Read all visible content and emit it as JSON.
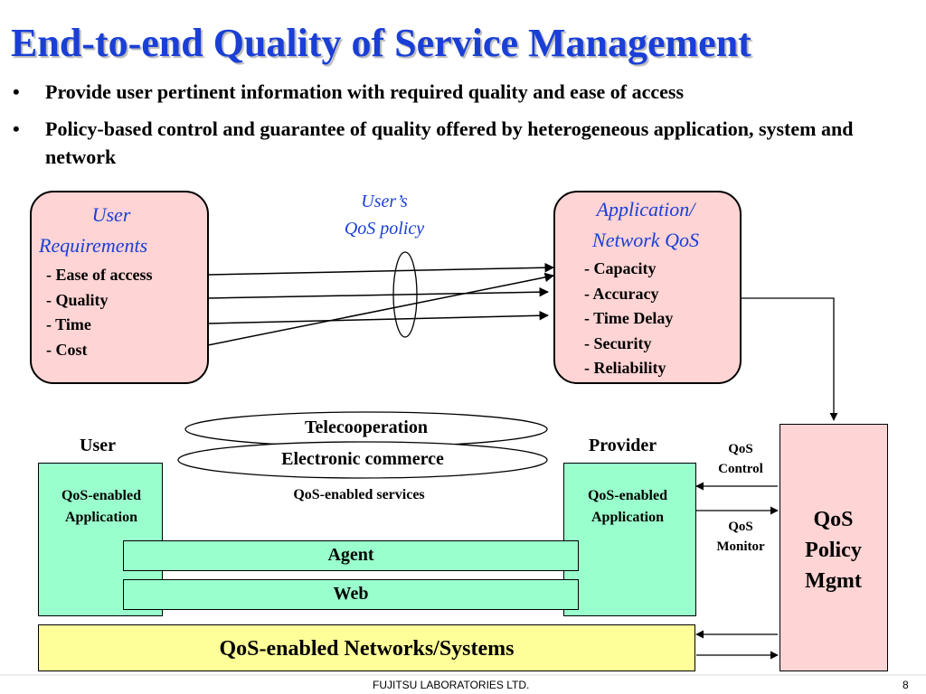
{
  "title": "End-to-end Quality of Service Management",
  "bullets": [
    "Provide user pertinent information with required quality and ease of access",
    "Policy-based control and guarantee of quality offered by heterogeneous application, system and network"
  ],
  "bullet_symbol": "•",
  "user_requirements": {
    "heading_line1": "User",
    "heading_line2": "Requirements",
    "items": [
      "- Ease of access",
      "- Quality",
      "- Time",
      "- Cost"
    ]
  },
  "policy_label_line1": "User’s",
  "policy_label_line2": "QoS policy",
  "app_network_qos": {
    "heading_line1": "Application/",
    "heading_line2": "Network QoS",
    "items": [
      "- Capacity",
      "- Accuracy",
      "- Time Delay",
      "- Security",
      "- Reliability"
    ]
  },
  "ellipses": {
    "telecooperation": "Telecooperation",
    "ecommerce": "Electronic commerce"
  },
  "user_label": "User",
  "provider_label": "Provider",
  "user_app_line1": "QoS-enabled",
  "user_app_line2": "Application",
  "services_label": "QoS-enabled services",
  "provider_app_line1": "QoS-enabled",
  "provider_app_line2": "Application",
  "qos_control_line1": "QoS",
  "qos_control_line2": "Control",
  "qos_monitor_line1": "QoS",
  "qos_monitor_line2": "Monitor",
  "qos_policy": {
    "line1": "QoS",
    "line2": "Policy",
    "line3": "Mgmt"
  },
  "agent_label": "Agent",
  "web_label": "Web",
  "networks_label": "QoS-enabled Networks/Systems",
  "footer_text": "FUJITSU LABORATORIES LTD.",
  "page_number": "8",
  "colors": {
    "title": "#1a3fd6",
    "pink": "#ffd4d4",
    "green": "#99ffcc",
    "yellow": "#ffff99"
  }
}
